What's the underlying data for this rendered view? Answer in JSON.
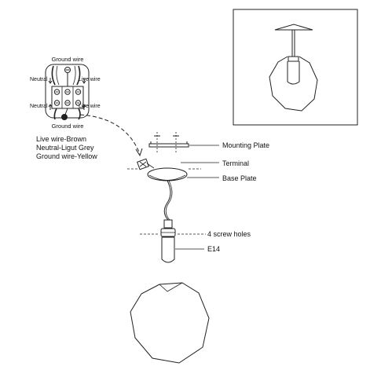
{
  "wiring_box": {
    "top_label": "Ground wire",
    "bottom_label": "Ground wire",
    "left_top": "Neutral",
    "right_top": "Live wire",
    "left_bottom": "Neutral",
    "right_bottom": "Live wire"
  },
  "legend": {
    "line1": "Live wire-Brown",
    "line2": "Neutral-Ligut Grey",
    "line3": "Ground wire-Yellow"
  },
  "callouts": {
    "mounting_plate": "Mounting Plate",
    "terminal": "Terminal",
    "base_plate": "Base Plate",
    "screw_holes": "4 screw holes",
    "socket": "E14"
  },
  "colors": {
    "line": "#222222",
    "bg": "#ffffff"
  }
}
